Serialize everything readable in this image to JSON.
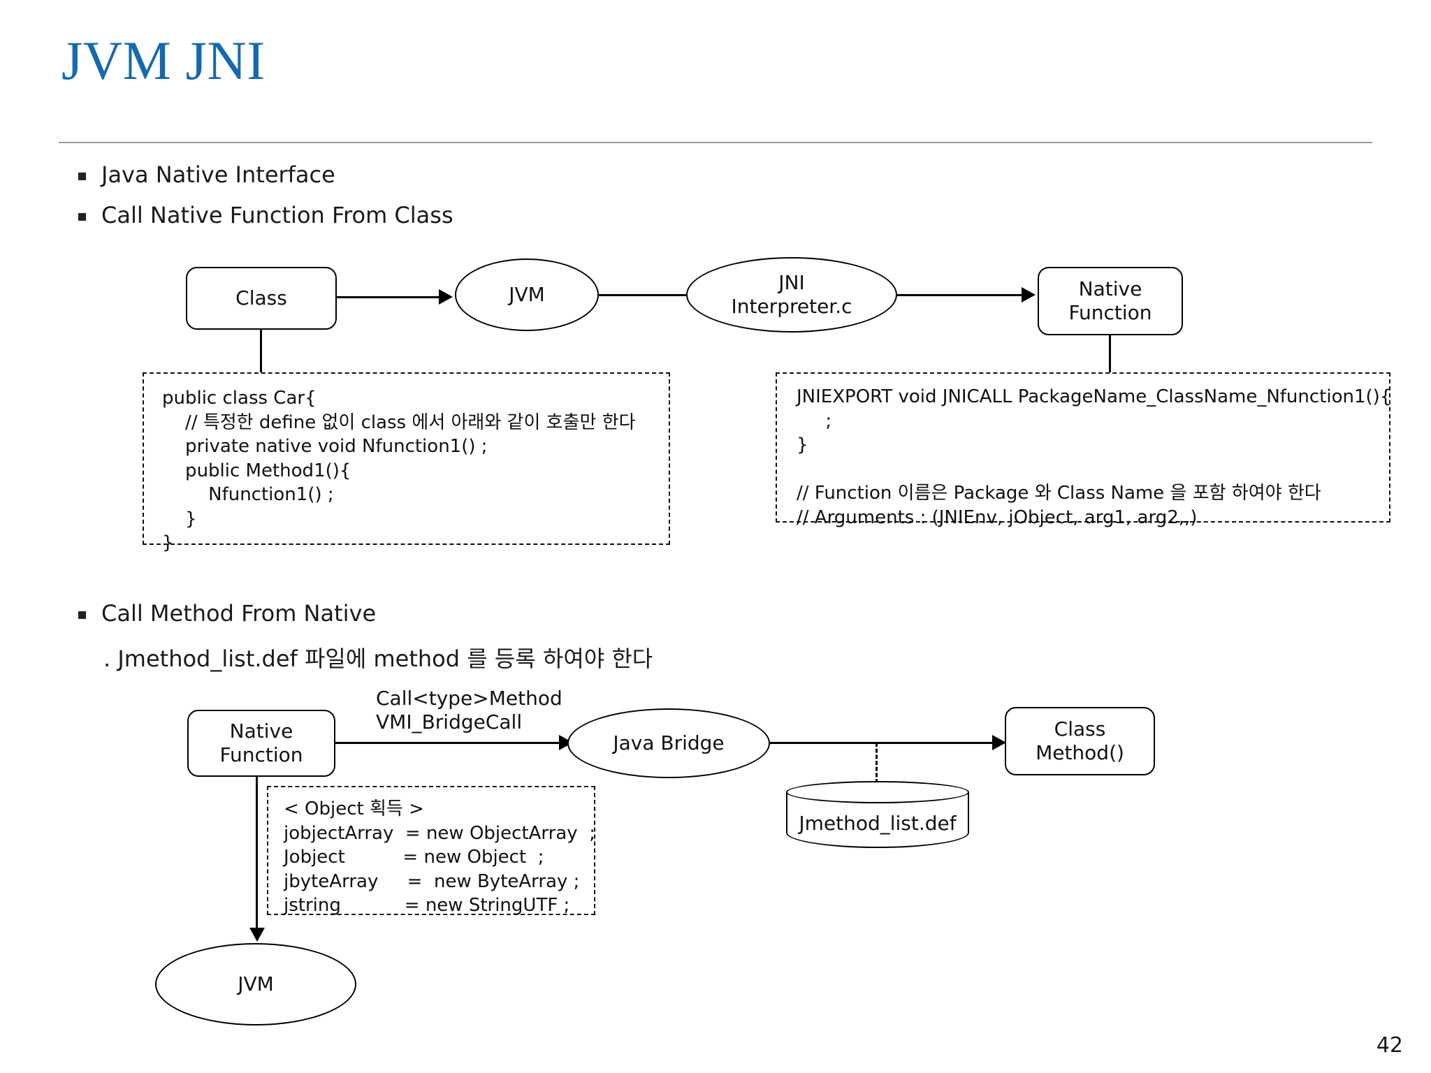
{
  "slide": {
    "title": "JVM JNI",
    "page_number": "42",
    "accent_color": "#1569b0",
    "rule_color": "#9a9a9a",
    "text_color": "#1a1a1a"
  },
  "bullets": [
    {
      "label": "Java Native Interface"
    },
    {
      "label": "Call Native Function From Class"
    },
    {
      "label": "Call Method From Native"
    }
  ],
  "sub_note": ". Jmethod_list.def 파일에 method 를 등록 하여야 한다",
  "diagram1": {
    "nodes": {
      "class_box": "Class",
      "jvm_ellipse": "JVM",
      "jni_ellipse": "JNI\nInterpreter.c",
      "native_function_box": "Native\nFunction"
    },
    "code_left": "public class Car{\n    // 특정한 define 없이 class 에서 아래와 같이 호출만 한다\n    private native void Nfunction1() ;\n    public Method1(){\n        Nfunction1() ;\n    }\n}",
    "code_right": "JNIEXPORT void JNICALL PackageName_ClassName_Nfunction1(){\n     ;\n}\n\n// Function 이름은 Package 와 Class Name 을 포함 하여야 한다\n// Arguments : (JNIEnv, jObject, arg1, arg2,,)"
  },
  "diagram2": {
    "nodes": {
      "native_function_box": "Native\nFunction",
      "java_bridge_ellipse": "Java Bridge",
      "class_method_box": "Class\nMethod()",
      "jmethod_cylinder": "Jmethod_list.def",
      "jvm_ellipse": "JVM"
    },
    "edge_label": "Call<type>Method\nVMI_BridgeCall",
    "code_object": "< Object 획득 >\njobjectArray  = new ObjectArray  ;\nJobject          = new Object  ;\njbyteArray     =  new ByteArray ;\njstring           = new StringUTF ;"
  }
}
